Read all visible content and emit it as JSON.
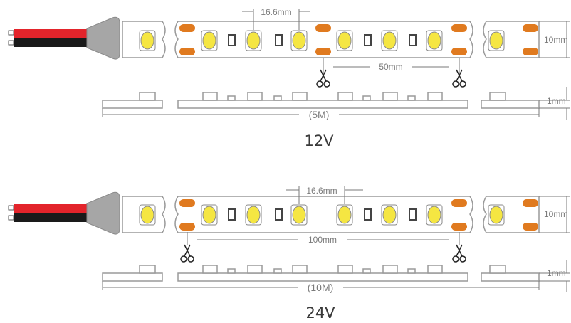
{
  "colors": {
    "led": "#f5e642",
    "led_dark": "#d9c82a",
    "pad": "#e07a1f",
    "resistor": "#444444",
    "strip_outline": "#9a9a9a",
    "dimension": "#7a7a7a",
    "wire_red": "#e3242b",
    "wire_black": "#1a1a1a",
    "connector": "#a6a6a6"
  },
  "variants": [
    {
      "id": "12v",
      "voltage_label": "12V",
      "length_label": "(5M)",
      "led_pitch_label": "16.6mm",
      "cut_interval_label": "50mm",
      "width_label": "10mm",
      "thickness_label": "1mm",
      "cut_icon": "scissors-icon"
    },
    {
      "id": "24v",
      "voltage_label": "24V",
      "length_label": "(10M)",
      "led_pitch_label": "16.6mm",
      "cut_interval_label": "100mm",
      "width_label": "10mm",
      "thickness_label": "1mm",
      "cut_icon": "scissors-icon"
    }
  ]
}
